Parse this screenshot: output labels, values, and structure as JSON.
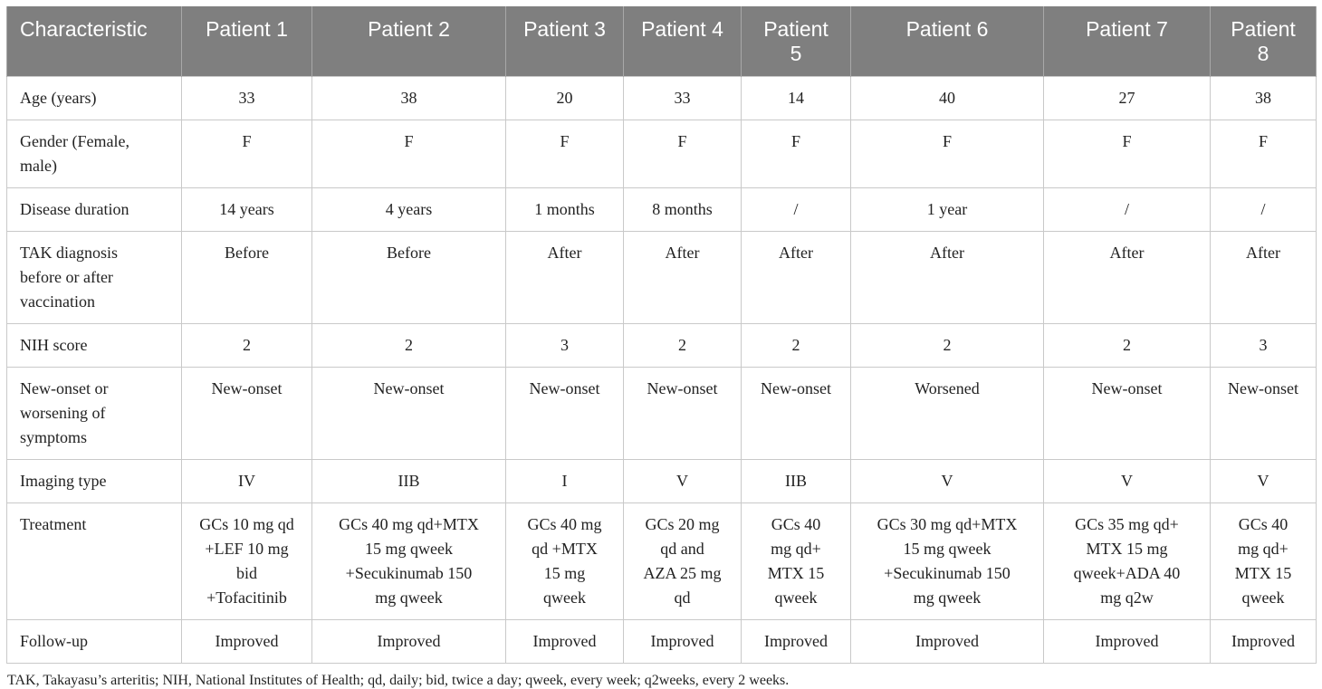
{
  "table": {
    "headers": [
      "Characteristic",
      "Patient 1",
      "Patient 2",
      "Patient 3",
      "Patient 4",
      "Patient\n5",
      "Patient 6",
      "Patient 7",
      "Patient\n8"
    ],
    "rows": [
      {
        "label": "Age (years)",
        "cells": [
          "33",
          "38",
          "20",
          "33",
          "14",
          "40",
          "27",
          "38"
        ]
      },
      {
        "label": "Gender (Female,\nmale)",
        "cells": [
          "F",
          "F",
          "F",
          "F",
          "F",
          "F",
          "F",
          "F"
        ]
      },
      {
        "label": "Disease duration",
        "cells": [
          "14 years",
          "4 years",
          "1 months",
          "8 months",
          "/",
          "1 year",
          "/",
          "/"
        ]
      },
      {
        "label": "TAK diagnosis\nbefore or after\nvaccination",
        "cells": [
          "Before",
          "Before",
          "After",
          "After",
          "After",
          "After",
          "After",
          "After"
        ]
      },
      {
        "label": "NIH score",
        "cells": [
          "2",
          "2",
          "3",
          "2",
          "2",
          "2",
          "2",
          "3"
        ]
      },
      {
        "label": "New-onset or\nworsening of\nsymptoms",
        "cells": [
          "New-onset",
          "New-onset",
          "New-onset",
          "New-onset",
          "New-onset",
          "Worsened",
          "New-onset",
          "New-onset"
        ]
      },
      {
        "label": "Imaging type",
        "cells": [
          "IV",
          "IIB",
          "I",
          "V",
          "IIB",
          "V",
          "V",
          "V"
        ]
      },
      {
        "label": "Treatment",
        "cells": [
          "GCs 10 mg qd\n+LEF 10 mg\nbid\n+Tofacitinib",
          "GCs 40 mg qd+MTX\n15 mg qweek\n+Secukinumab 150\nmg qweek",
          "GCs 40 mg\nqd +MTX\n15 mg\nqweek",
          "GCs 20 mg\nqd and\nAZA 25 mg\nqd",
          "GCs 40\nmg qd+\nMTX 15\nqweek",
          "GCs 30 mg qd+MTX\n15 mg qweek\n+Secukinumab 150\nmg qweek",
          "GCs 35 mg qd+\nMTX 15 mg\nqweek+ADA 40\nmg q2w",
          "GCs 40\nmg qd+\nMTX 15\nqweek"
        ]
      },
      {
        "label": "Follow-up",
        "cells": [
          "Improved",
          "Improved",
          "Improved",
          "Improved",
          "Improved",
          "Improved",
          "Improved",
          "Improved"
        ]
      }
    ]
  },
  "footnote": "TAK, Takayasu’s arteritis; NIH, National Institutes of Health; qd, daily; bid, twice a day; qweek, every week; q2weeks, every 2 weeks."
}
